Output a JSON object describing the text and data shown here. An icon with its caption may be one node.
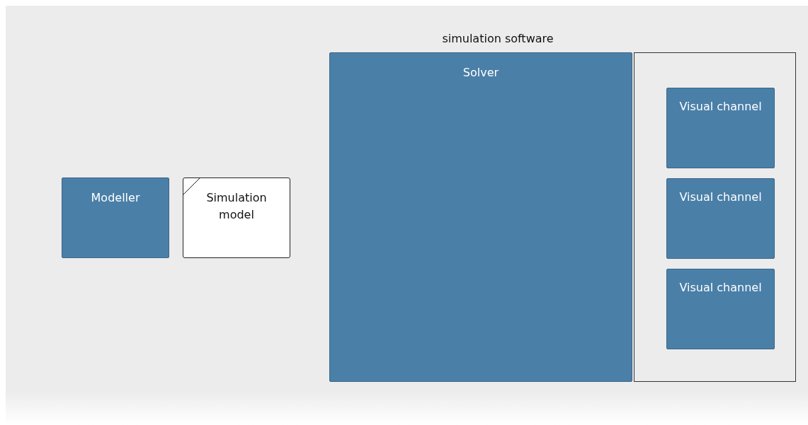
{
  "diagram": {
    "title": "simulation software",
    "nodes": [
      {
        "text": [
          "Modeller"
        ]
      },
      {
        "text": [
          "Simulation model"
        ]
      },
      {
        "text": [
          "Solver"
        ]
      },
      {
        "text": [],
        "shape": "box"
      },
      {
        "text": [
          "Visual channel"
        ],
        "in": 3
      },
      {
        "text": [
          "Visual channel"
        ],
        "in": 3
      },
      {
        "text": [
          "Visual channel"
        ],
        "in": 3
      }
    ]
  }
}
